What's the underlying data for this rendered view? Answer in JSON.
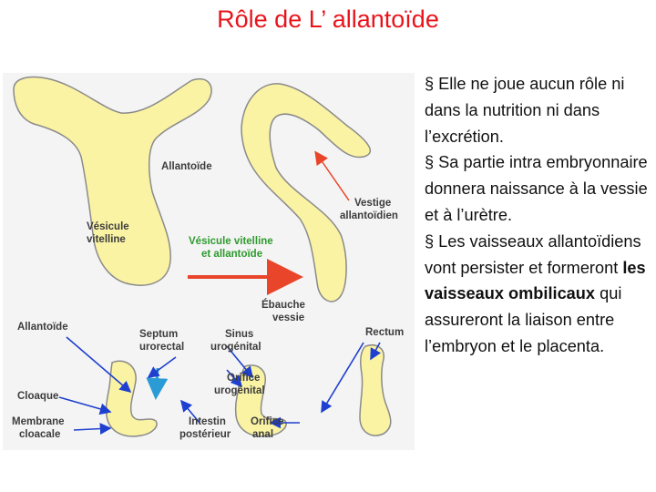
{
  "title": "Rôle de L’ allantoïde",
  "figure": {
    "labels": {
      "allantoide_top": "Allantoïde",
      "vesicule_1": "Vésicule",
      "vesicule_2": "vitelline",
      "vv_allant_1": "Vésicule vitelline",
      "vv_allant_2": "et allantoïde",
      "vestige_1": "Vestige",
      "vestige_2": "allantoïdien",
      "ebauche_1": "Ébauche",
      "ebauche_2": "vessie",
      "allantoide_bottom": "Allantoïde",
      "septum_1": "Septum",
      "septum_2": "urorectal",
      "sinus_1": "Sinus",
      "sinus_2": "urogénital",
      "rectum": "Rectum",
      "cloaque": "Cloaque",
      "orifice_uro_1": "Orifice",
      "orifice_uro_2": "urogénital",
      "membrane_1": "Membrane",
      "membrane_2": "cloacale",
      "intestin_1": "Intestin",
      "intestin_2": "postérieur",
      "orifice_anal_1": "Orifice",
      "orifice_anal_2": "anal"
    },
    "colors": {
      "organ_fill": "#faf3a4",
      "organ_stroke": "#7f7f7f",
      "label_green": "#2e9a2e",
      "label_gray": "#3c3c3c",
      "arrow_red": "#e8452a",
      "arrow_blue": "#1e3fcf",
      "arrow_lightblue": "#2b9bd6"
    }
  },
  "bullets": [
    {
      "text": "§ Elle ne joue aucun rôle ni dans la nutrition ni dans l’excrétion."
    },
    {
      "text": "§ Sa  partie intra embryonnaire donnera naissance à la vessie et à l’urètre."
    },
    {
      "text_before": "§ Les vaisseaux allantoïdiens vont persister et formeront ",
      "bold": "les vaisseaux ombilicaux",
      "text_after": " qui assureront la liaison entre l’embryon et le placenta."
    }
  ]
}
